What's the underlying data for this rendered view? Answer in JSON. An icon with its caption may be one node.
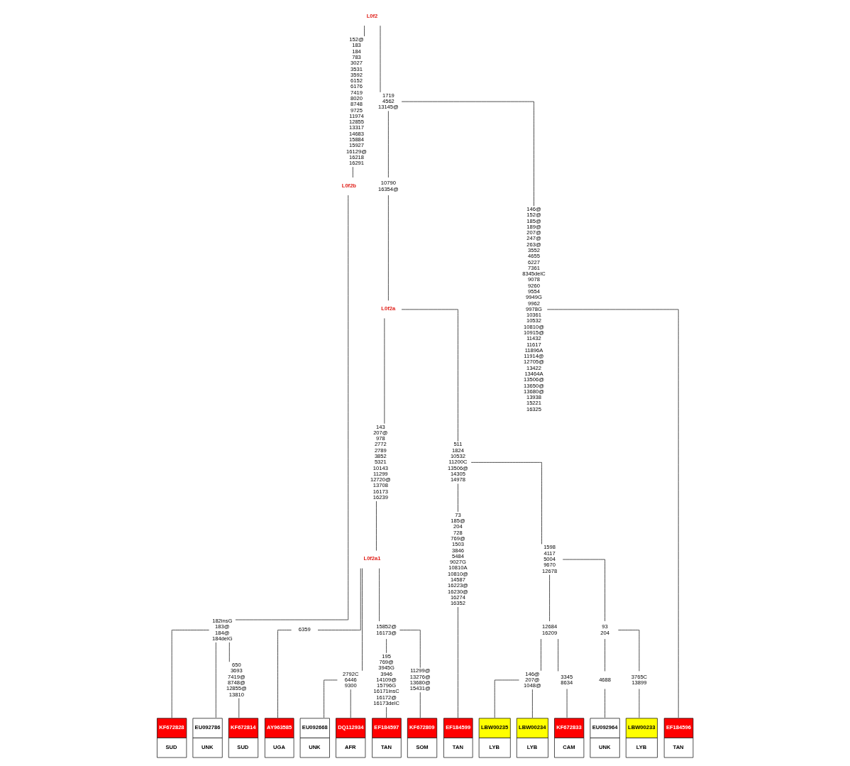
{
  "diagram": {
    "nodes": [
      {
        "text": [
          "L0f2"
        ]
      },
      {
        "text": [
          "152@",
          "183",
          "184",
          "783",
          "3027",
          "3531",
          "3592",
          "6152",
          "6176",
          "7419",
          "8020",
          "8748",
          "9725",
          "11974",
          "12855",
          "13317",
          "14683",
          "15884",
          "15927",
          "16129@",
          "16218",
          "16291"
        ]
      },
      {
        "text": [
          "L0f2b"
        ]
      },
      {
        "text": [
          "182insG",
          "183@",
          "184@",
          "184delG"
        ]
      },
      {
        "text": [
          "KF672828",
          "SUD"
        ]
      },
      {
        "text": [
          "EU092786",
          "UNK"
        ]
      },
      {
        "text": [
          "650",
          "3693",
          "7419@",
          "8748@",
          "12855@",
          "13810"
        ]
      },
      {
        "text": [
          "KF672814",
          "SUD"
        ]
      },
      {
        "text": [
          "1719",
          "4562",
          "13145@"
        ]
      },
      {
        "text": [
          "10790",
          "16354@"
        ]
      },
      {
        "text": [
          "L0f2a"
        ]
      },
      {
        "text": [
          "143",
          "207@",
          "978",
          "2772",
          "2789",
          "3852",
          "5321",
          "10143",
          "11299",
          "12720@",
          "13708",
          "16173",
          "16239"
        ]
      },
      {
        "text": [
          "L0f2a1"
        ]
      },
      {
        "text": [
          "6359"
        ]
      },
      {
        "text": [
          "AY963585",
          "UGA"
        ]
      },
      {
        "text": [
          "2792C",
          "6446",
          "9300"
        ]
      },
      {
        "text": [
          "EU092668",
          "UNK"
        ]
      },
      {
        "text": [
          "DQ112934",
          "AFR"
        ]
      },
      {
        "text": [
          "15852@",
          "16173@"
        ]
      },
      {
        "text": [
          "195",
          "769@",
          "3945G",
          "3946",
          "14109@",
          "15796G",
          "16171insC",
          "16172@",
          "16173delC"
        ]
      },
      {
        "text": [
          "EF184597",
          "TAN"
        ]
      },
      {
        "text": [
          "11299@",
          "13276@",
          "13680@",
          "15431@"
        ]
      },
      {
        "text": [
          "KF672809",
          "SOM"
        ]
      },
      {
        "text": [
          "511",
          "1824",
          "10532",
          "11200C",
          "13506@",
          "14305",
          "14978"
        ]
      },
      {
        "text": [
          "73",
          "185@",
          "204",
          "728",
          "769@",
          "1503",
          "3846",
          "5484",
          "9027G",
          "10810A",
          "10810@",
          "14587",
          "16223@",
          "16230@",
          "16274",
          "16352"
        ]
      },
      {
        "text": [
          "EF184599",
          "TAN"
        ]
      },
      {
        "text": [
          "1598",
          "4117",
          "5004",
          "9670",
          "12678"
        ]
      },
      {
        "text": [
          "12684",
          "16209"
        ]
      },
      {
        "text": [
          "146@",
          "207@",
          "1048@"
        ]
      },
      {
        "text": [
          "LBW00235",
          "LYB"
        ]
      },
      {
        "text": [
          "LBW00234",
          "LYB"
        ]
      },
      {
        "text": [
          "3345",
          "8634"
        ]
      },
      {
        "text": [
          "KF672833",
          "CAM"
        ]
      },
      {
        "text": [
          "93",
          "204"
        ]
      },
      {
        "text": [
          "4688"
        ]
      },
      {
        "text": [
          "EU092964",
          "UNK"
        ]
      },
      {
        "text": [
          "3765C",
          "13899"
        ]
      },
      {
        "text": [
          "LBW00233",
          "LYB"
        ]
      },
      {
        "text": [
          "146@",
          "152@",
          "185@",
          "189@",
          "207@",
          "247@",
          "263@",
          "3552",
          "4655",
          "6227",
          "7361",
          "8345delC",
          "9078",
          "9260",
          "9554",
          "9949G",
          "9962",
          "9978G",
          "10361",
          "10532",
          "10810@",
          "10915@",
          "11432",
          "11617",
          "11896A",
          "11914@",
          "12705@",
          "13422",
          "13464A",
          "13506@",
          "13650@",
          "13680@",
          "13938",
          "15221",
          "16325"
        ]
      },
      {
        "text": [
          "EF184596",
          "TAN"
        ]
      }
    ],
    "edges": [
      {
        "from": 0,
        "to": 1,
        "arrow": "none"
      },
      {
        "from": 1,
        "to": 2,
        "arrow": "none"
      },
      {
        "from": 2,
        "to": 3,
        "arrow": "none"
      },
      {
        "from": 3,
        "to": 4,
        "arrow": "none"
      },
      {
        "from": 3,
        "to": 5,
        "arrow": "none"
      },
      {
        "from": 3,
        "to": 6,
        "arrow": "none"
      },
      {
        "from": 6,
        "to": 7,
        "arrow": "none"
      },
      {
        "from": 0,
        "to": 8,
        "arrow": "none"
      },
      {
        "from": 8,
        "to": 9,
        "arrow": "none"
      },
      {
        "from": 9,
        "to": 10,
        "arrow": "none"
      },
      {
        "from": 10,
        "to": 11,
        "arrow": "none"
      },
      {
        "from": 11,
        "to": 12,
        "arrow": "none"
      },
      {
        "from": 12,
        "to": 13,
        "arrow": "none"
      },
      {
        "from": 13,
        "to": 14,
        "arrow": "none"
      },
      {
        "from": 12,
        "to": 15,
        "arrow": "none"
      },
      {
        "from": 15,
        "to": 16,
        "arrow": "none"
      },
      {
        "from": 15,
        "to": 17,
        "arrow": "none"
      },
      {
        "from": 12,
        "to": 18,
        "arrow": "none"
      },
      {
        "from": 18,
        "to": 19,
        "arrow": "none"
      },
      {
        "from": 19,
        "to": 20,
        "arrow": "none"
      },
      {
        "from": 18,
        "to": 21,
        "arrow": "none"
      },
      {
        "from": 21,
        "to": 22,
        "arrow": "none"
      },
      {
        "from": 10,
        "to": 23,
        "arrow": "none"
      },
      {
        "from": 23,
        "to": 24,
        "arrow": "none"
      },
      {
        "from": 24,
        "to": 25,
        "arrow": "none"
      },
      {
        "from": 23,
        "to": 26,
        "arrow": "none"
      },
      {
        "from": 26,
        "to": 27,
        "arrow": "none"
      },
      {
        "from": 27,
        "to": 28,
        "arrow": "none"
      },
      {
        "from": 28,
        "to": 29,
        "arrow": "none"
      },
      {
        "from": 28,
        "to": 30,
        "arrow": "none"
      },
      {
        "from": 27,
        "to": 31,
        "arrow": "none"
      },
      {
        "from": 31,
        "to": 32,
        "arrow": "none"
      },
      {
        "from": 26,
        "to": 33,
        "arrow": "none"
      },
      {
        "from": 33,
        "to": 34,
        "arrow": "none"
      },
      {
        "from": 34,
        "to": 35,
        "arrow": "none"
      },
      {
        "from": 33,
        "to": 36,
        "arrow": "none"
      },
      {
        "from": 36,
        "to": 37,
        "arrow": "none"
      },
      {
        "from": 8,
        "to": 38,
        "arrow": "none"
      },
      {
        "from": 38,
        "to": 39,
        "arrow": "none"
      }
    ]
  }
}
